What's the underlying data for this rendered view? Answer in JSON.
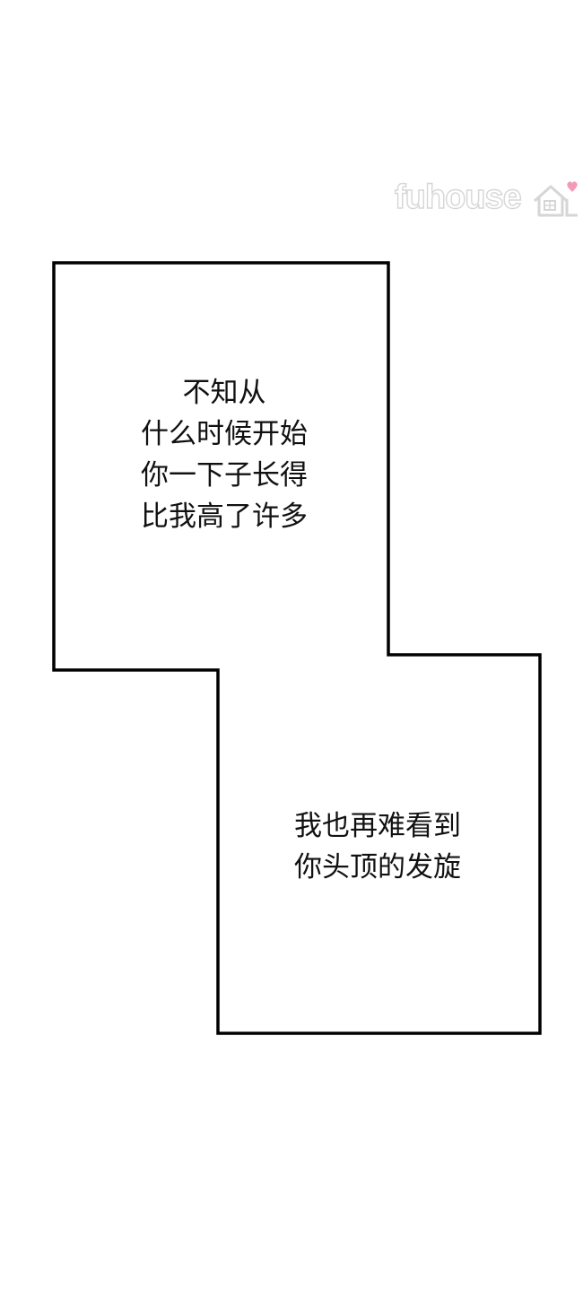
{
  "watermark": {
    "text": "fuhouse",
    "icon": "house-heart-icon",
    "heart_color": "#f29bb6"
  },
  "panel": {
    "border_color": "#000000",
    "fill_color": "#ffffff"
  },
  "captions": {
    "first": {
      "lines": [
        "不知从",
        "什么时候开始",
        "你一下子长得",
        "比我高了许多"
      ]
    },
    "second": {
      "lines": [
        "我也再难看到",
        "你头顶的发旋"
      ]
    }
  }
}
